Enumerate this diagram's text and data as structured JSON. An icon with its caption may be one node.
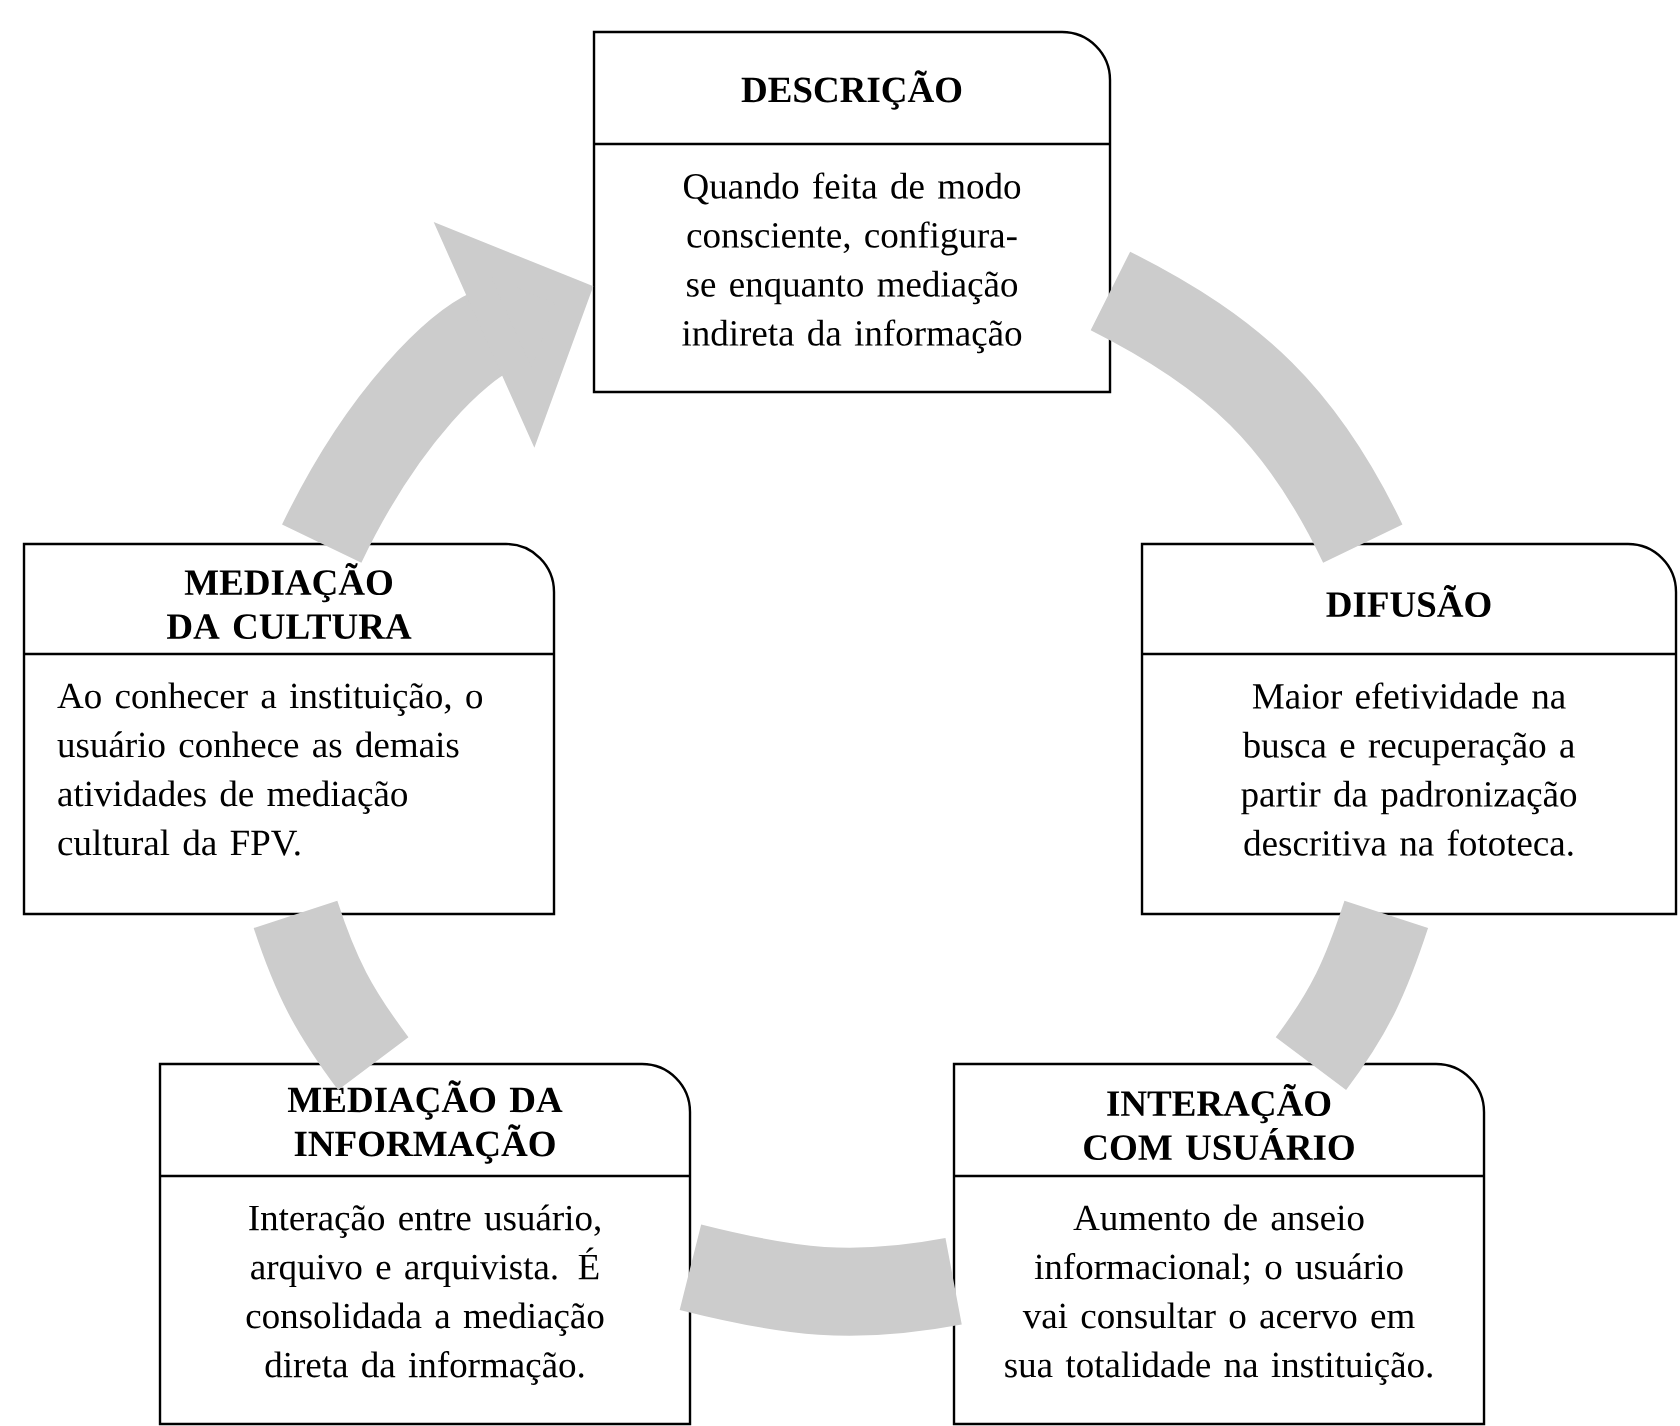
{
  "diagram": {
    "nodes": [
      {
        "text": [
          "DESCRIÇÃO",
          "Quando feita de modo consciente, configura-se enquanto mediação indireta da informação"
        ]
      },
      {
        "text": [
          "DIFUSÃO",
          "Maior efetividade na busca e recuperação a partir da padronização descritiva na fototeca."
        ]
      },
      {
        "text": [
          "INTERAÇÃO COM USUÁRIO",
          "Aumento de anseio informacional; o usuário vai consultar o acervo em sua totalidade na instituição."
        ]
      },
      {
        "text": [
          "MEDIAÇÃO DA INFORMAÇÃO",
          "Interação entre usuário, arquivo e arquivista. É consolidada a mediação direta da informação."
        ]
      },
      {
        "text": [
          "MEDIAÇÃO DA CULTURA",
          "Ao conhecer a instituição, o usuário conhece as demais atividades de mediação cultural da FPV."
        ]
      }
    ],
    "edges": [
      {
        "from": 0,
        "to": 1,
        "arrow": "none"
      },
      {
        "from": 1,
        "to": 2,
        "arrow": "none"
      },
      {
        "from": 2,
        "to": 3,
        "arrow": "none"
      },
      {
        "from": 3,
        "to": 4,
        "arrow": "none"
      },
      {
        "from": 4,
        "to": 0,
        "arrow": "to"
      }
    ]
  }
}
